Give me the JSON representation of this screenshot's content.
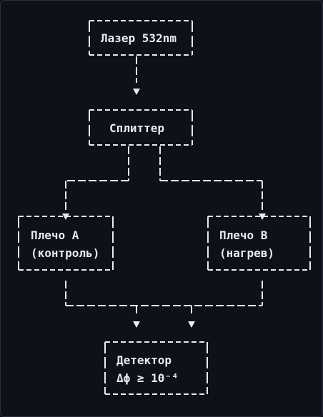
{
  "diagram": {
    "nodes": {
      "laser": {
        "lines": [
          "Лазер 532nm"
        ]
      },
      "splitter": {
        "lines": [
          "Сплиттер"
        ]
      },
      "arm_a": {
        "lines": [
          "Плечо A",
          "(контроль)"
        ]
      },
      "arm_b": {
        "lines": [
          "Плечо B",
          "(нагрев)"
        ]
      },
      "detector": {
        "lines": [
          "Детектор",
          "Δϕ ≥ 10⁻⁴"
        ]
      }
    },
    "edges": [
      {
        "from": "laser",
        "to": "splitter"
      },
      {
        "from": "splitter",
        "to": "arm_a"
      },
      {
        "from": "splitter",
        "to": "arm_b"
      },
      {
        "from": "arm_a",
        "to": "detector"
      },
      {
        "from": "arm_b",
        "to": "detector"
      }
    ]
  },
  "colors": {
    "background": "#0d111a",
    "foreground": "#e8eaef"
  }
}
